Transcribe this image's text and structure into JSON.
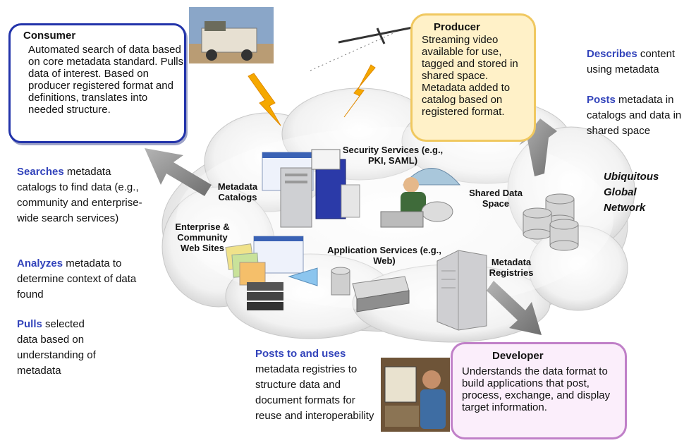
{
  "consumer": {
    "title": "Consumer",
    "body": "Automated search of data based on core metadata standard.  Pulls data of interest. Based on producer registered format and definitions, translates into needed structure."
  },
  "producer": {
    "title": "Producer",
    "body": "Streaming video available for use, tagged and stored in shared space.  Metadata added to catalog based on registered format."
  },
  "developer": {
    "title": "Developer",
    "body": "Understands  the data format to build applications that post, process, exchange, and display target information."
  },
  "right_notes": {
    "describes_key": "Describes",
    "describes_rest": " content using metadata",
    "posts_key": "Posts",
    "posts_rest": " metadata in catalogs and data in shared space"
  },
  "left_notes": {
    "searches_key": "Searches",
    "searches_rest": " metadata catalogs to find data (e.g., community and enterprise-wide search services)",
    "analyzes_key": "Analyzes",
    "analyzes_rest": " metadata to determine context of data found",
    "pulls_key": "Pulls",
    "pulls_rest": " selected data based on understanding of metadata"
  },
  "bottom_note": {
    "key": "Posts to and uses",
    "rest": "metadata registries to structure data and document formats for reuse and interoperability"
  },
  "network_label": "Ubiquitous Global Network",
  "cloud_labels": {
    "metadata_catalogs": "Metadata Catalogs",
    "security_services": "Security Services (e.g., PKI, SAML)",
    "shared_data_space": "Shared Data Space",
    "enterprise_sites": "Enterprise & Community Web Sites",
    "application_services": "Application Services (e.g., Web)",
    "metadata_registries": "Metadata Registries"
  },
  "colors": {
    "consumer_border": "#2233aa",
    "producer_border": "#f0c860",
    "producer_fill": "#fff1c8",
    "developer_border": "#c080c8",
    "developer_fill": "#fbeefb",
    "keyword_blue": "#3344bb",
    "arrow_gray": "#8a8a8a",
    "lightning": "#f5a800"
  }
}
